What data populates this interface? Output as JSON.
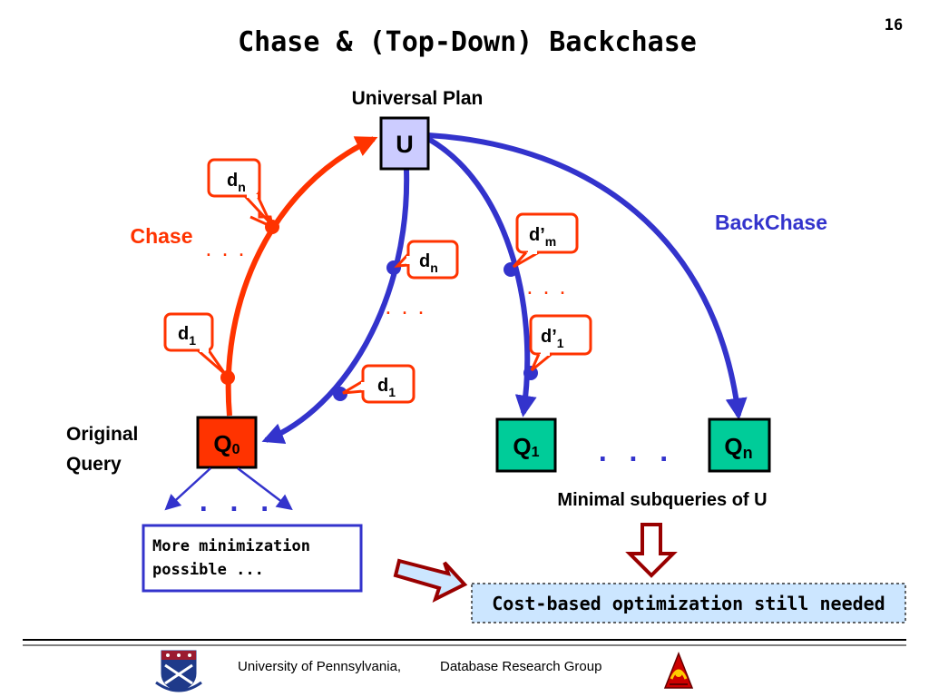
{
  "slide": {
    "title": "Chase & (Top-Down) Backchase",
    "page_number": "16"
  },
  "diagram": {
    "universal_plan_label": "Universal Plan",
    "u_box": "U",
    "chase_label": "Chase",
    "backchase_label": "BackChase",
    "original_query_label_line1": "Original",
    "original_query_label_line2": "Query",
    "q0": {
      "base": "Q",
      "sub": "0"
    },
    "q1": {
      "base": "Q",
      "sub": "1"
    },
    "qn": {
      "base": "Q",
      "sub": "n"
    },
    "chase_dependencies": [
      {
        "base": "d",
        "sub": "n"
      },
      {
        "base": "d",
        "sub": "1"
      }
    ],
    "backchase_path1_dependencies": [
      {
        "base": "d",
        "sub": "n"
      },
      {
        "base": "d",
        "sub": "1"
      }
    ],
    "backchase_path2_dependencies": [
      {
        "base": "d’",
        "sub": "m"
      },
      {
        "base": "d’",
        "sub": "1"
      }
    ],
    "ellipsis_small": ". . .",
    "ellipsis_large": ". . .",
    "minimal_subqueries_label": "Minimal subqueries of U",
    "more_minimization_line1": "More minimization",
    "more_minimization_line2": "possible ...",
    "cost_based_text": "Cost-based optimization still needed"
  },
  "footer": {
    "university": "University of Pennsylvania,",
    "group": "Database Research Group",
    "left_logo": "penn-shield-icon",
    "right_logo": "db-group-logo-icon"
  },
  "colors": {
    "title": "#000000",
    "chase_arrow": "#ff3300",
    "backchase_arrow": "#3333cc",
    "backchase_label": "#3333cc",
    "chase_label": "#ff3300",
    "u_box_fill": "#ccccff",
    "q0_fill": "#ff3300",
    "q_fill": "#00cc99",
    "callout_border": "#ff3300",
    "cost_box_fill": "#cce6ff",
    "more_box_border": "#3333cc",
    "block_arrow": "#990000"
  }
}
